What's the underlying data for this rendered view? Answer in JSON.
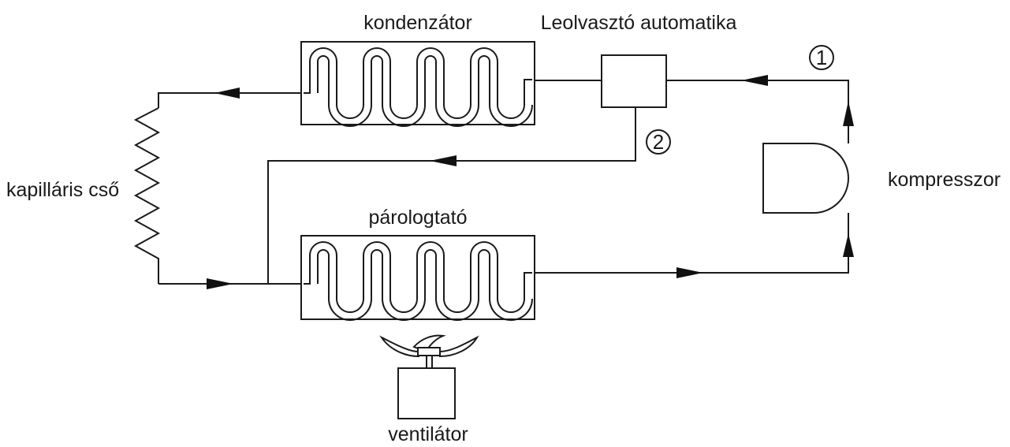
{
  "labels": {
    "condenser": "kondenzátor",
    "defrost": "Leolvasztó automatika",
    "capillary": "kapilláris cső",
    "evaporator": "párologtató",
    "compressor": "kompresszor",
    "fan": "ventilátor"
  },
  "markers": {
    "one": "1",
    "two": "2"
  }
}
